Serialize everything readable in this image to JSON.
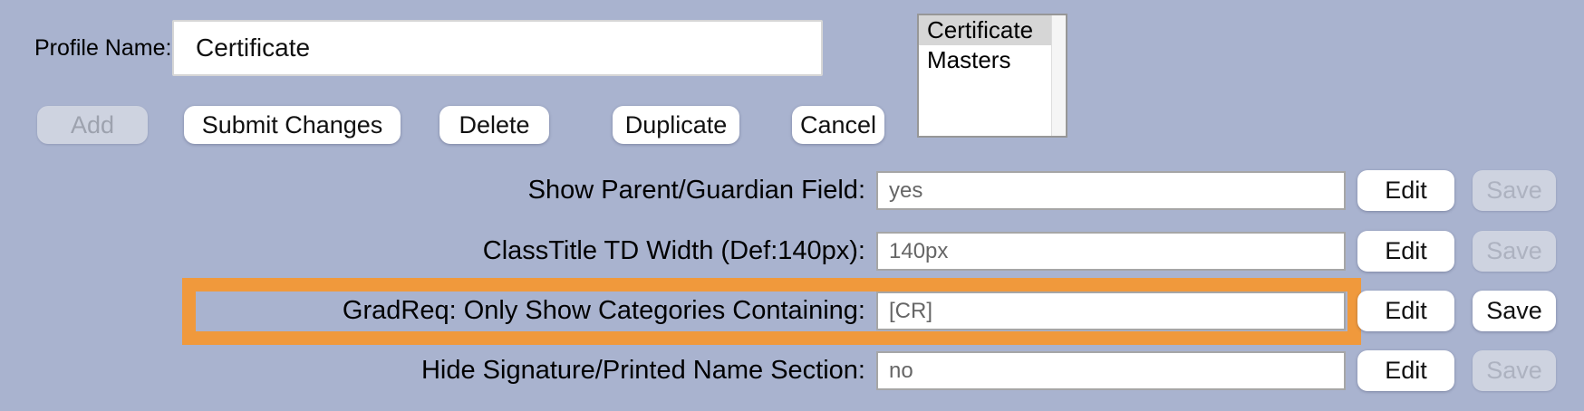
{
  "colors": {
    "background": "#a9b3cf",
    "highlight_orange": "#f0993c",
    "disabled_button_bg": "#ced3e0",
    "disabled_button_text": "#9da2ae",
    "value_text": "#666666",
    "selected_option_bg": "#d6d6d6"
  },
  "profile": {
    "label": "Profile Name:",
    "value": "Certificate"
  },
  "listbox": {
    "items": [
      {
        "label": "Certificate",
        "selected": true
      },
      {
        "label": "Masters",
        "selected": false
      }
    ]
  },
  "toolbar": {
    "buttons": [
      {
        "label": "Add",
        "disabled": true
      },
      {
        "label": "Submit Changes",
        "disabled": false
      },
      {
        "label": "Delete",
        "disabled": false
      },
      {
        "label": "Duplicate",
        "disabled": false
      },
      {
        "label": "Cancel",
        "disabled": false
      }
    ]
  },
  "settings_rows": [
    {
      "label": "Show Parent/Guardian Field:",
      "value": "yes",
      "edit_label": "Edit",
      "save_label": "Save",
      "save_disabled": true,
      "highlighted": false
    },
    {
      "label": "ClassTitle TD Width (Def:140px):",
      "value": "140px",
      "edit_label": "Edit",
      "save_label": "Save",
      "save_disabled": true,
      "highlighted": false
    },
    {
      "label": "GradReq: Only Show Categories Containing:",
      "value": "[CR]",
      "edit_label": "Edit",
      "save_label": "Save",
      "save_disabled": false,
      "highlighted": true
    },
    {
      "label": "Hide Signature/Printed Name Section:",
      "value": "no",
      "edit_label": "Edit",
      "save_label": "Save",
      "save_disabled": true,
      "highlighted": false
    }
  ]
}
